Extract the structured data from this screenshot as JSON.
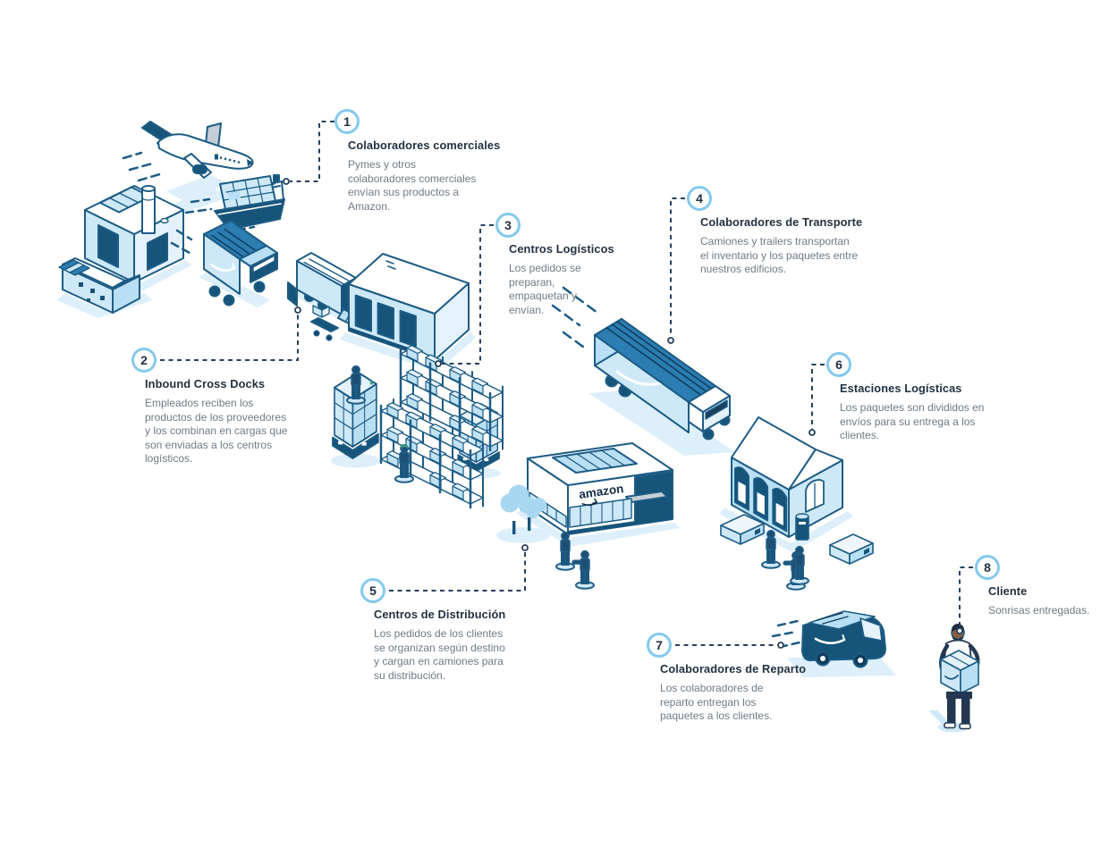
{
  "steps": [
    {
      "number": "1",
      "title": "Colaboradores comerciales",
      "description": "Pymes y otros colaboradores comerciales envían sus productos a Amazon."
    },
    {
      "number": "2",
      "title": "Inbound Cross Docks",
      "description": "Empleados reciben los productos de los proveedores y los combinan en cargas que son enviadas a los centros logísticos."
    },
    {
      "number": "3",
      "title": "Centros Logísticos",
      "description": "Los pedidos se preparan, empaquetan y envían."
    },
    {
      "number": "4",
      "title": "Colaboradores de Transporte",
      "description": "Camiones y trailers transportan el inventario y los paquetes entre nuestros edificios."
    },
    {
      "number": "5",
      "title": "Centros de Distribución",
      "description": "Los pedidos de los clientes se organizan según destino y cargan en camiones para su distribución."
    },
    {
      "number": "6",
      "title": "Estaciones Logísticas",
      "description": "Los paquetes son divididos en envíos para su entrega a los clientes."
    },
    {
      "number": "7",
      "title": "Colaboradores de Reparto",
      "description": "Los colaboradores de reparto entregan los paquetes a los clientes."
    },
    {
      "number": "8",
      "title": "Cliente",
      "description": "Sonrisas entregadas."
    }
  ],
  "labels": {
    "building_logo": "amazon"
  },
  "illustrations": [
    "cargo-plane",
    "factory",
    "warehouse-shed",
    "cargo-ship",
    "linehaul-truck",
    "unloading-truck",
    "cross-dock-warehouse",
    "pallet-stacks",
    "shelving-racks",
    "warehouse-workers",
    "transport-truck",
    "distribution-center-building",
    "trees",
    "pedestrians",
    "delivery-station-building",
    "station-packages",
    "mailbox",
    "delivery-van",
    "courier",
    "customer-with-package"
  ],
  "palette": {
    "outline": "#1d5c85",
    "dark_fill": "#17547a",
    "deep": "#0f3e5e",
    "mid_blue": "#2c7db1",
    "light_fill": "#cde9f8",
    "light_fill_2": "#b9dff4",
    "lighter_fill": "#e4f2fb",
    "shadow": "#dceffa",
    "gray": "#c5ced8",
    "green_accent": "#3f9e82",
    "circle_ring": "#84c9ee",
    "title_color": "#1f3040",
    "desc_color": "#6e7a87",
    "connector": "#25405c"
  }
}
